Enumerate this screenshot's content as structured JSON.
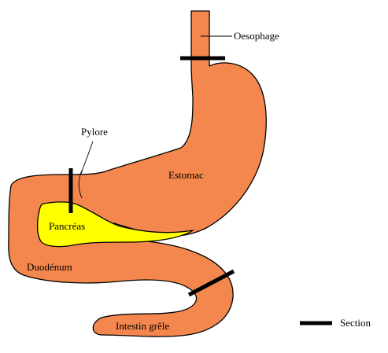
{
  "colors": {
    "organ": "#F4874E",
    "pancreas": "#FFFF00",
    "outline": "#000000",
    "section_mark": "#000000",
    "background": "#FFFFFF"
  },
  "labels": {
    "oesophage": "Oesophage",
    "pylore": "Pylore",
    "estomac": "Estomac",
    "pancreas": "Pancréas",
    "duodenum": "Duodénum",
    "intestin": "Intestin grêle"
  },
  "legend": {
    "section": "Section"
  }
}
